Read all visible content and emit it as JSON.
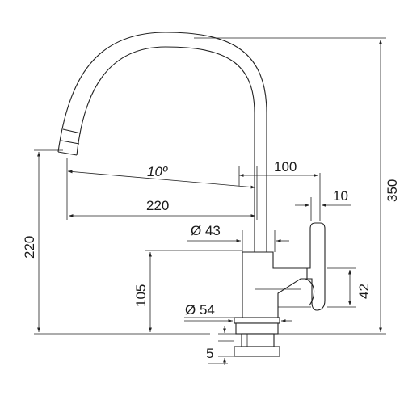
{
  "drawing": {
    "dimensions": {
      "angle": "10º",
      "reach": "220",
      "spout_offset": "100",
      "lever_width": "10",
      "total_height": "350",
      "outlet_height": "220",
      "body_diameter": "Ø 43",
      "lever_height": "105",
      "handle_drop": "42",
      "base_diameter": "Ø 54",
      "base_thickness": "5"
    }
  }
}
